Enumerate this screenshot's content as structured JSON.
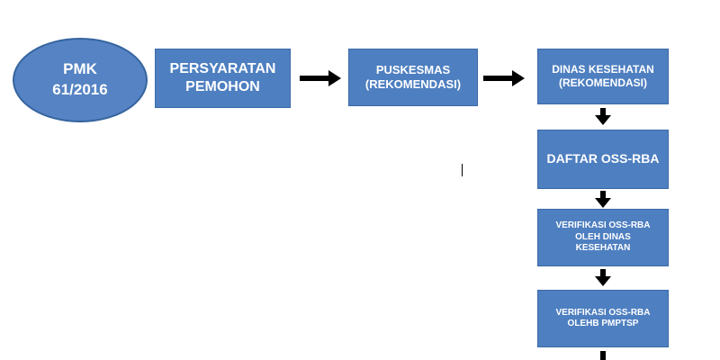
{
  "start": {
    "line1": "PMK",
    "line2": "61/2016"
  },
  "nodes": {
    "persyaratan": {
      "line1": "PERSYARATAN",
      "line2": "PEMOHON"
    },
    "puskesmas": {
      "line1": "PUSKESMAS",
      "line2": "(REKOMENDASI)"
    },
    "dinas": {
      "line1": "DINAS KESEHATAN",
      "line2": "(REKOMENDASI)"
    },
    "oss": {
      "line1": "DAFTAR OSS-RBA"
    },
    "verif_dinas": {
      "line1": "VERIFIKASI OSS-RBA",
      "line2": "OLEH DINAS",
      "line3": "KESEHATAN"
    },
    "verif_pmptsp": {
      "line1": "VERIFIKASI OSS-RBA",
      "line2": "OLEHB PMPTSP"
    }
  },
  "colors": {
    "box_fill": "#4e7fc0",
    "box_border": "#3a6aa8",
    "ellipse_fill": "#5583c3",
    "arrow": "#000000"
  }
}
